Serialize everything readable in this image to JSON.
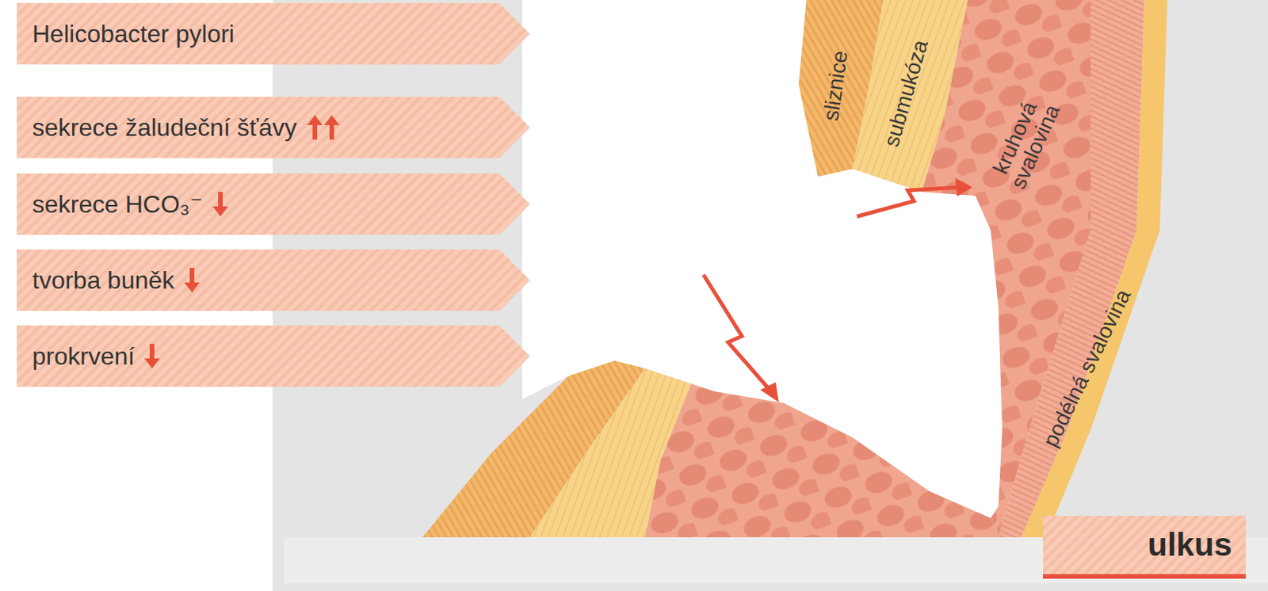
{
  "diagram": {
    "nodes": [
      {
        "text": [
          "Helicobacter pylori"
        ]
      },
      {
        "text": [
          "sekrece žaludeční šťávy"
        ]
      },
      {
        "text": [
          "sekrece HCO₃⁻"
        ]
      },
      {
        "text": [
          "tvorba buněk"
        ]
      },
      {
        "text": [
          "prokrvení"
        ]
      },
      {
        "text": [
          "ulkus"
        ]
      }
    ],
    "labels": [
      "sliznice",
      "submukóza",
      "kruhová svalovina",
      "podélná svalovina"
    ]
  }
}
